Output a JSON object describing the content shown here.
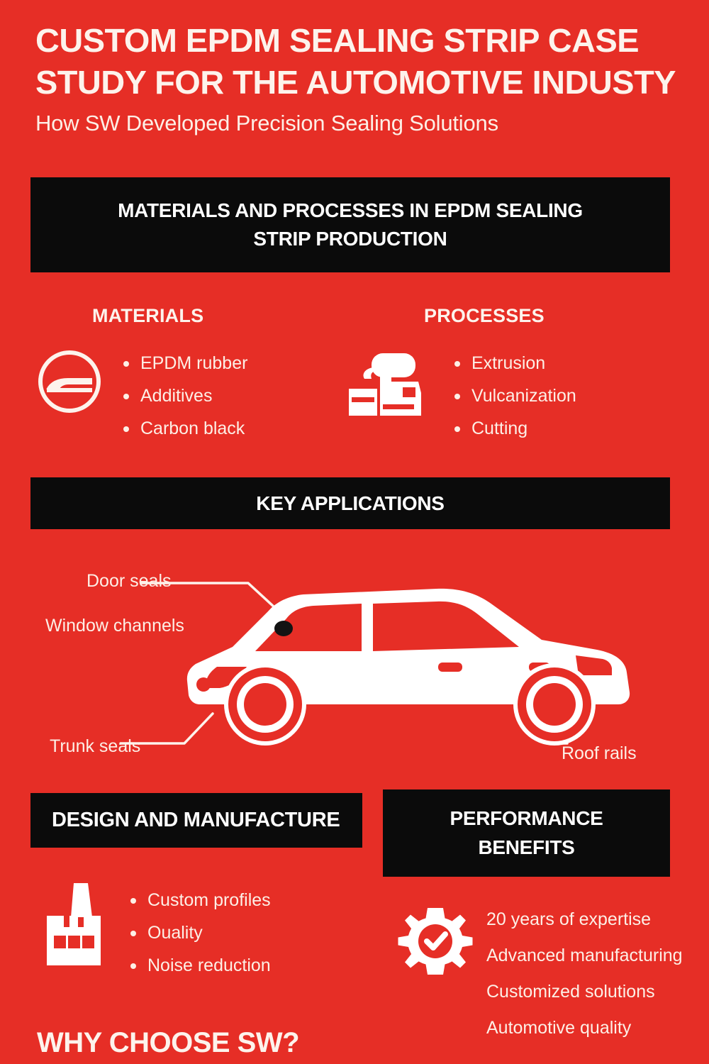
{
  "theme": {
    "background_red": "#E62E26",
    "banner_black": "#0B0B0B",
    "text_cream": "#FDEFE6",
    "icon_white": "#FFFFFF"
  },
  "header": {
    "title": "CUSTOM EPDM SEALING STRIP CASE\nSTUDY FOR THE AUTOMOTIVE INDUSTY",
    "subtitle": "How SW Developed Precision Sealing Solutions"
  },
  "sections": {
    "materials_processes": {
      "banner": "MATERIALS AND PROCESSES IN EPDM SEALING\nSTRIP PRODUCTION",
      "materials": {
        "heading": "MATERIALS",
        "icon": "seal-profile-circle-icon",
        "items": [
          "EPDM rubber",
          "Additives",
          "Carbon black"
        ]
      },
      "processes": {
        "heading": "PROCESSES",
        "icon": "extruder-machine-icon",
        "items": [
          "Extrusion",
          "Vulcanization",
          "Cutting"
        ]
      }
    },
    "key_applications": {
      "banner": "KEY APPLICATIONS",
      "diagram_icon": "car-side-silhouette-icon",
      "callouts": [
        {
          "label": "Door seals"
        },
        {
          "label": "Window channels"
        },
        {
          "label": "Trunk seals"
        },
        {
          "label": "Roof rails"
        }
      ]
    },
    "design_and_manufacture": {
      "banner": "DESIGN AND MANUFACTURE",
      "icon": "factory-icon",
      "items": [
        "Custom profiles",
        "Ouality",
        "Noise reduction"
      ]
    },
    "performance_benefits": {
      "banner": "PERFORMANCE\nBENEFITS",
      "icon": "gear-check-icon",
      "items": [
        "20 years of expertise",
        "Advanced manufacturing",
        "Customized solutions",
        "Automotive quality"
      ]
    }
  },
  "footer": {
    "why_choose": "WHY CHOOSE SW?"
  }
}
